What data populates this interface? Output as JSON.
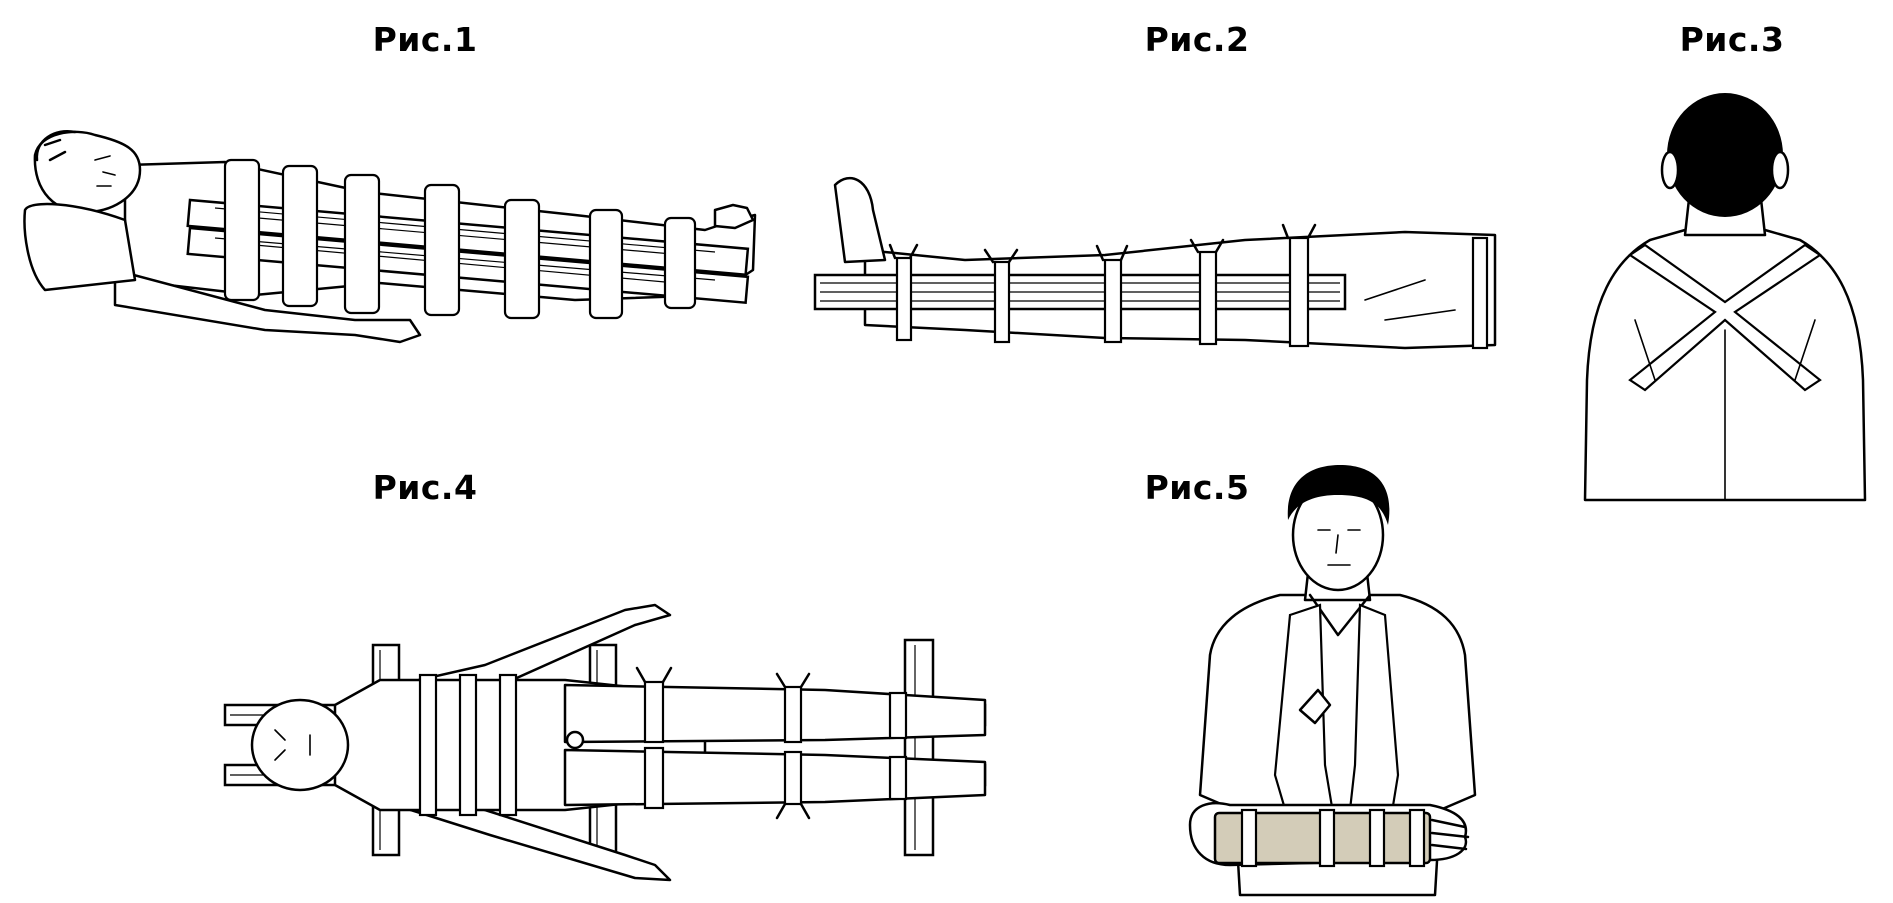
{
  "figures": [
    {
      "id": "fig1",
      "label": "Рис.1"
    },
    {
      "id": "fig2",
      "label": "Рис.2"
    },
    {
      "id": "fig3",
      "label": "Рис.3"
    },
    {
      "id": "fig4",
      "label": "Рис.4"
    },
    {
      "id": "fig5",
      "label": "Рис.5"
    }
  ],
  "colors": {
    "ink": "#000000",
    "background": "#ffffff",
    "splint_tan": "#d3ccb8"
  }
}
